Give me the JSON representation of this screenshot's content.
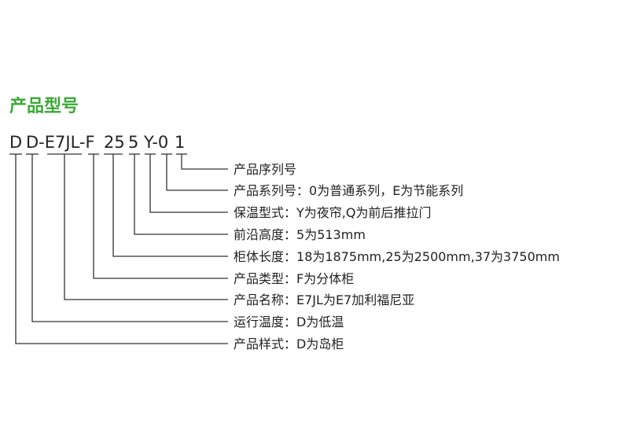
{
  "title": "产品型号",
  "model_code_segments": [
    "D",
    "D-E7JL-F",
    "25",
    "5",
    "Y-0",
    "1"
  ],
  "callouts": [
    {
      "label": "产品序列号",
      "value": ""
    },
    {
      "label": "产品系列号：",
      "value": "0为普通系列，E为节能系列"
    },
    {
      "label": "保温型式：",
      "value": "Y为夜帘,Q为前后推拉门"
    },
    {
      "label": "前沿高度：",
      "value": "5为513mm"
    },
    {
      "label": "柜体长度：",
      "value": "18为1875mm,25为2500mm,37为3750mm"
    },
    {
      "label": "产品类型：",
      "value": "F为分体柜"
    },
    {
      "label": "产品名称：",
      "value": "E7JL为E7加利福尼亚"
    },
    {
      "label": "运行温度：",
      "value": "D为低温"
    },
    {
      "label": "产品样式：",
      "value": "D为岛柜"
    }
  ],
  "colors": {
    "title": "#3aa935",
    "text": "#222222",
    "line": "#333333"
  }
}
